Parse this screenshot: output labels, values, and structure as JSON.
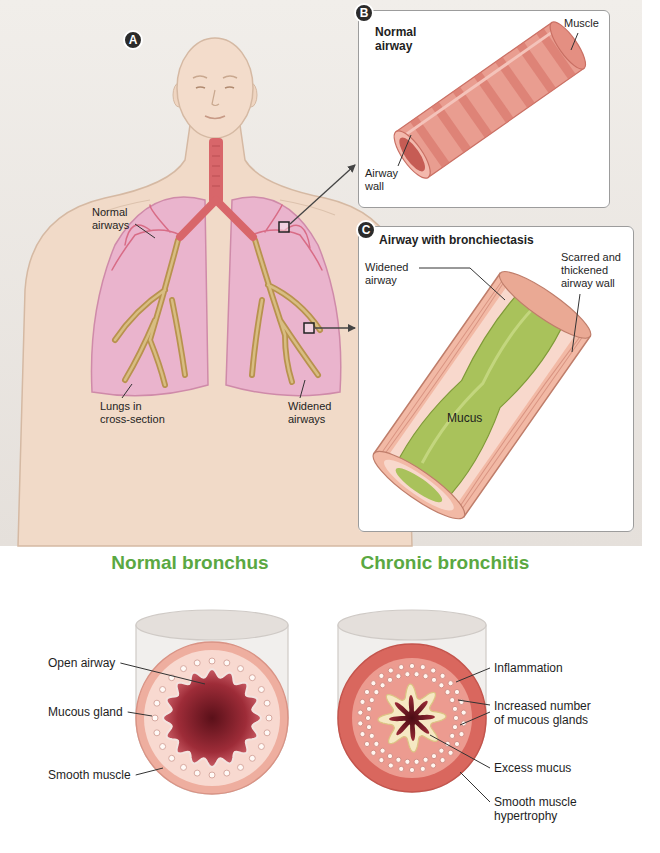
{
  "diagram": {
    "nodes": [
      {
        "text": [
          "A"
        ]
      },
      {
        "text": [
          "B"
        ]
      },
      {
        "text": [
          "Normal airway",
          "Muscle",
          "Airway wall"
        ]
      },
      {
        "text": [
          "C"
        ]
      },
      {
        "text": [
          "Airway with bronchiectasis",
          "Widened airway",
          "Scarred and thickened airway wall",
          "Mucus"
        ]
      }
    ],
    "labels": [
      "Normal airways",
      "Lungs in cross-section",
      "Widened airways",
      "Normal bronchus",
      "Chronic bronchitis",
      "Open airway",
      "Mucous gland",
      "Smooth muscle",
      "Inflammation",
      "Increased number of mucous glands",
      "Excess mucus",
      "Smooth muscle hypertrophy"
    ]
  }
}
